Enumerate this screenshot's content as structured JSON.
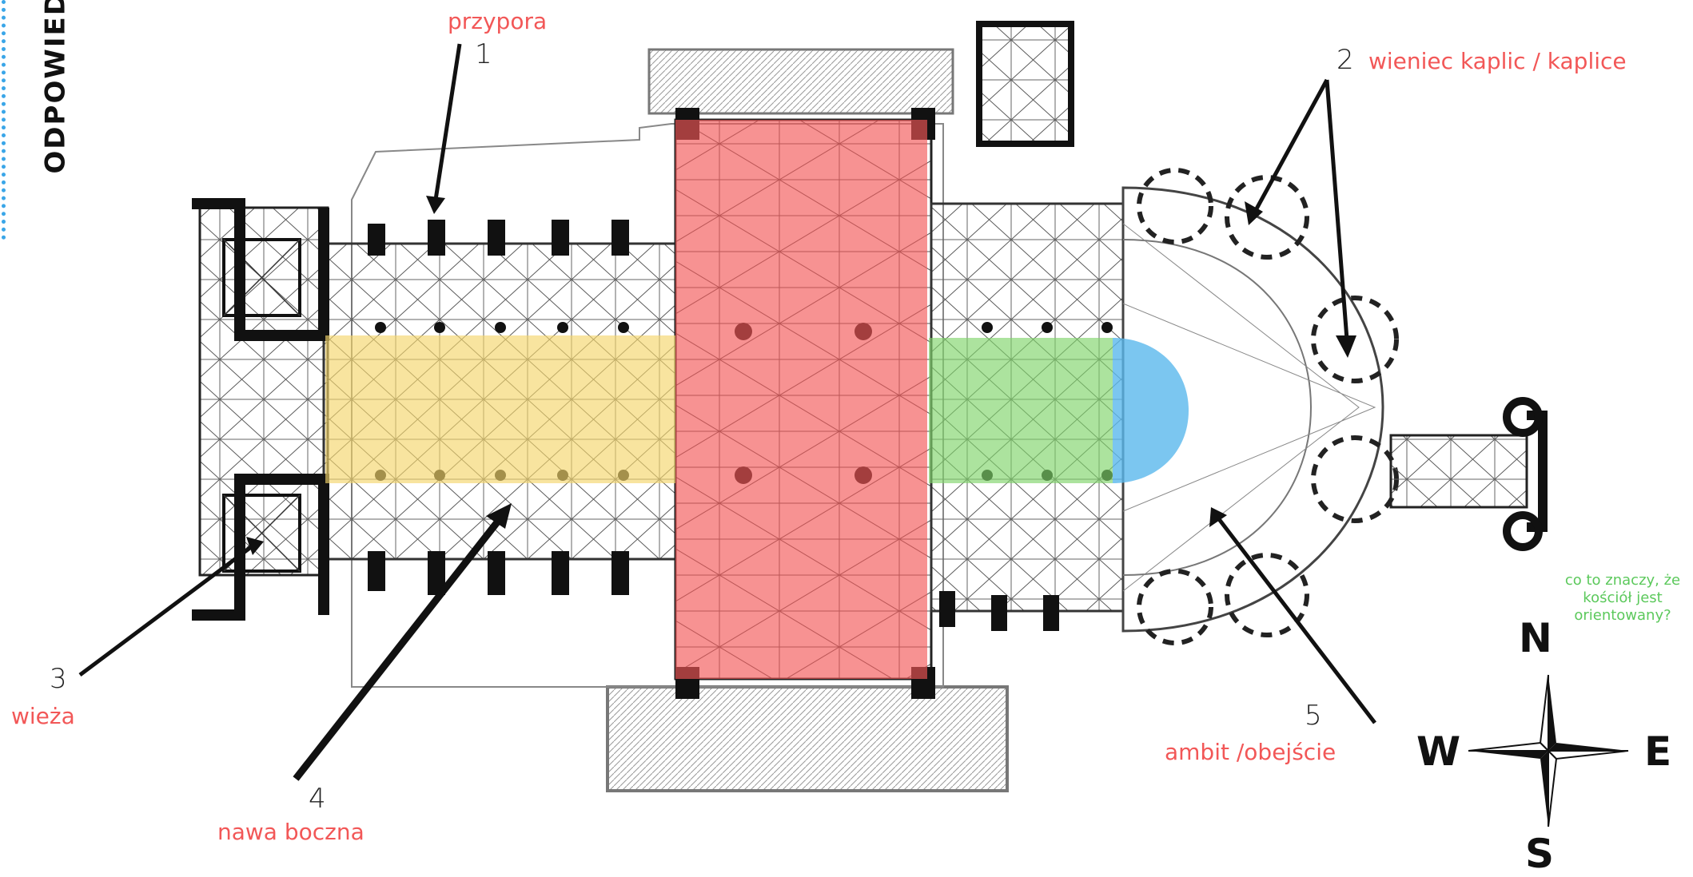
{
  "side_heading": "ODPOWIEDŹ",
  "labels": {
    "l1_text": "przypora",
    "l1_num": "1",
    "l2_text": "wieniec kaplic / kaplice",
    "l2_num": "2",
    "l3_text": "wieża",
    "l3_num": "3",
    "l4_text": "nawa boczna",
    "l4_num": "4",
    "l5_text": "ambit /obejście",
    "l5_num": "5"
  },
  "question": "co to znaczy, że kościół jest orientowany?",
  "compass": {
    "n": "N",
    "s": "S",
    "e": "E",
    "w": "W"
  },
  "colors": {
    "label_red": "#f25757",
    "question_green": "#5cc95c",
    "transept_red": "#f25757",
    "aisle_yellow": "#f5d66b",
    "choir_green": "#7fd46a",
    "apse_blue": "#5ab8ec",
    "accent_blue": "#3aa6e8"
  }
}
